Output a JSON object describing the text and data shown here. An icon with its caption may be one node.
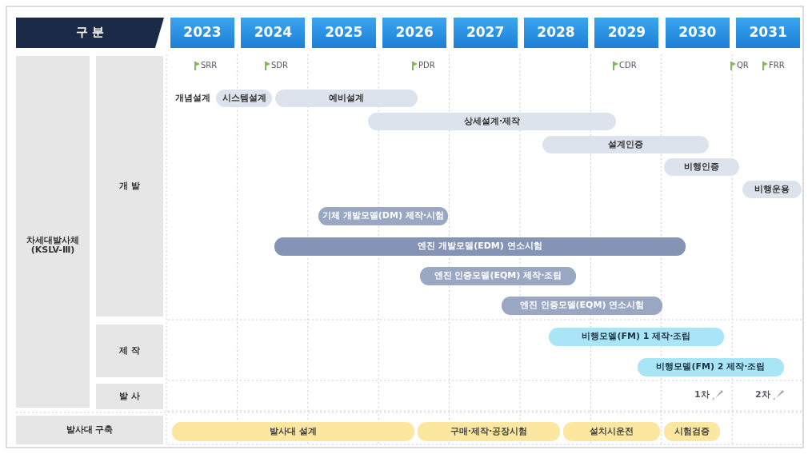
{
  "diagram": {
    "nodes": [
      {
        "text": [
          "구 분"
        ]
      },
      {
        "text": [
          "2023"
        ]
      },
      {
        "text": [
          "2024"
        ]
      },
      {
        "text": [
          "2025"
        ]
      },
      {
        "text": [
          "2026"
        ]
      },
      {
        "text": [
          "2027"
        ]
      },
      {
        "text": [
          "2028"
        ]
      },
      {
        "text": [
          "2029"
        ]
      },
      {
        "text": [
          "2030"
        ]
      },
      {
        "text": [
          "2031"
        ]
      },
      {
        "text": [
          "차세대발사체 (KSLV-Ⅲ)"
        ]
      },
      {
        "text": [
          "개 발"
        ]
      },
      {
        "text": [
          "제 작"
        ]
      },
      {
        "text": [
          "발 사"
        ]
      },
      {
        "text": [
          "발사대 구축"
        ]
      },
      {
        "text": [
          "개념설계"
        ]
      },
      {
        "text": [
          "시스템설계"
        ]
      },
      {
        "text": [
          "예비설계"
        ]
      },
      {
        "text": [
          "상세설계·제작"
        ]
      },
      {
        "text": [
          "설계인증"
        ]
      },
      {
        "text": [
          "비행인증"
        ]
      },
      {
        "text": [
          "비행운용"
        ]
      },
      {
        "text": [
          "기체 개발모델(DM) 제작·시험"
        ]
      },
      {
        "text": [
          "엔진 개발모델(EDM) 연소시험"
        ]
      },
      {
        "text": [
          "엔진 인증모델(EQM) 제작·조립"
        ]
      },
      {
        "text": [
          "엔진 인증모델(EQM) 연소시험"
        ]
      },
      {
        "text": [
          "비행모델(FM) 1 제작·조립"
        ]
      },
      {
        "text": [
          "비행모델(FM) 2 제작·조립"
        ]
      },
      {
        "text": [
          "발사대 설계"
        ]
      },
      {
        "text": [
          "구매·제작·공장시험"
        ]
      },
      {
        "text": [
          "설치시운전"
        ]
      },
      {
        "text": [
          "시험검증"
        ]
      }
    ],
    "labels": [
      "SRR",
      "SDR",
      "PDR",
      "CDR",
      "QR",
      "FRR",
      "1차",
      "2차"
    ]
  }
}
